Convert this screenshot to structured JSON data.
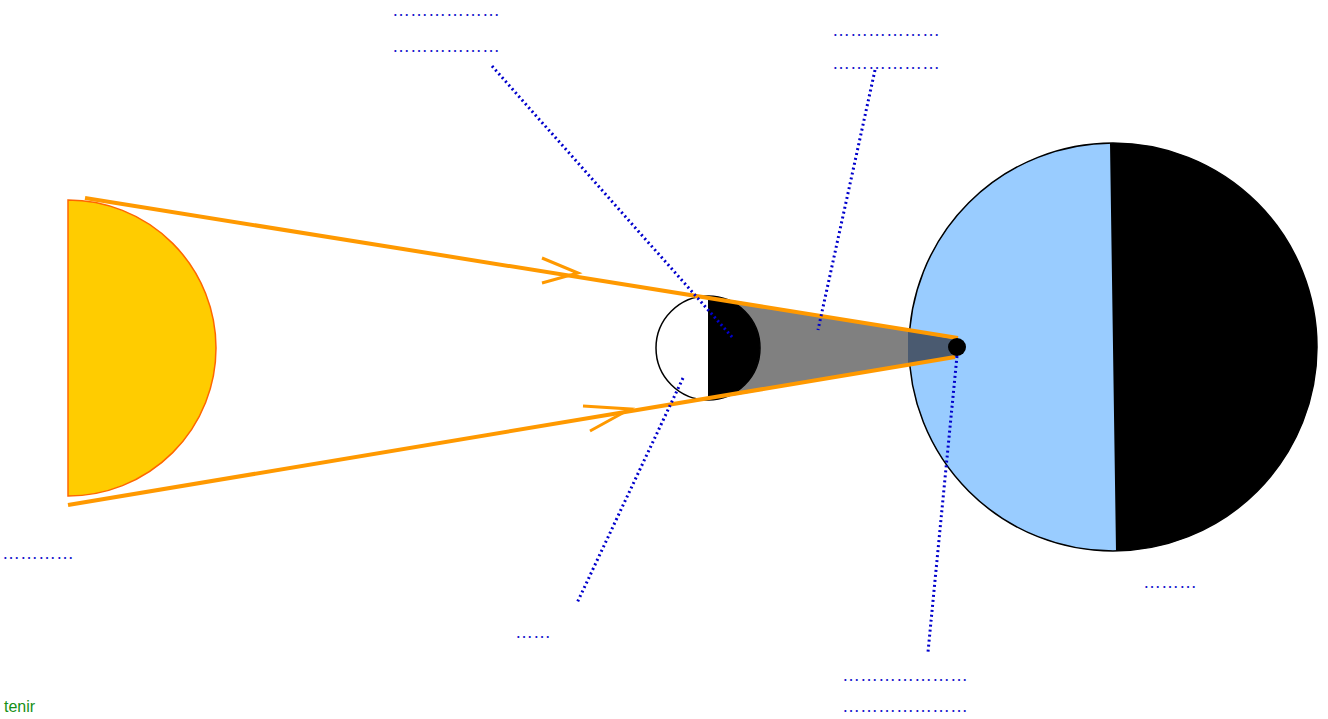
{
  "diagram": {
    "labels": [
      "………………",
      "………………",
      "………………",
      "………………",
      "…………",
      "……",
      "………",
      "…………………",
      "…………………",
      "tenir"
    ]
  }
}
